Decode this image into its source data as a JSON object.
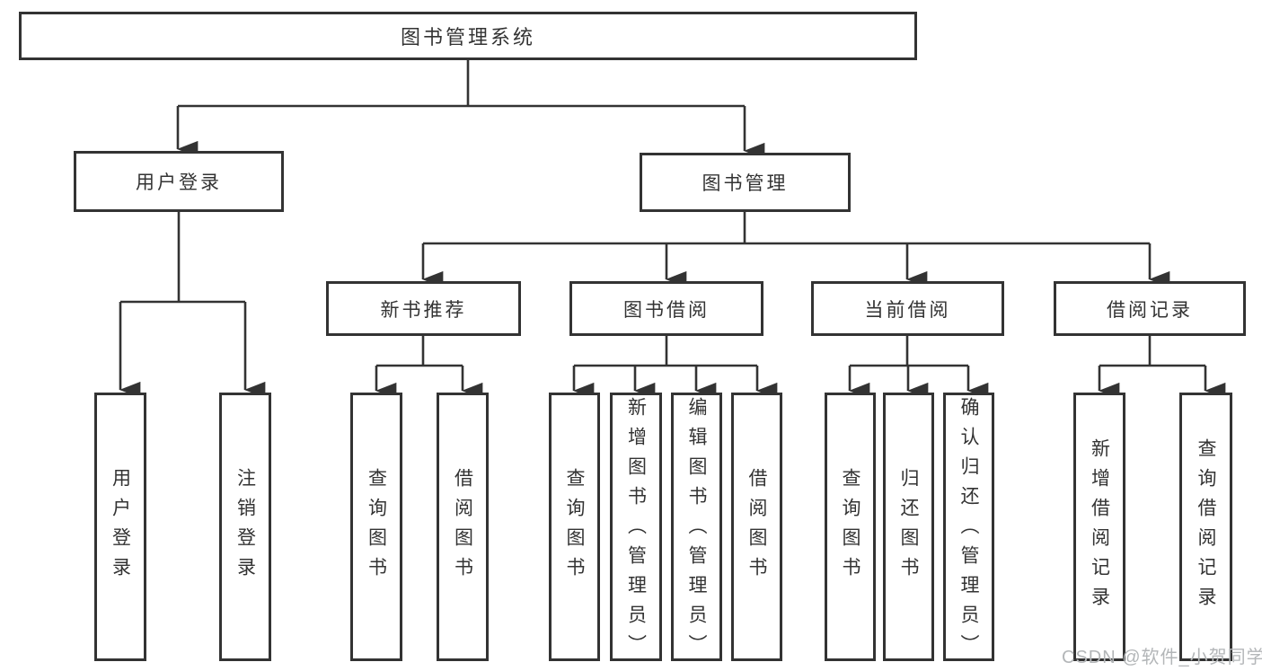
{
  "diagram": {
    "root": "图书管理系统",
    "level1": {
      "user_login": "用户登录",
      "book_mgmt": "图书管理"
    },
    "level2": {
      "new_recommend": "新书推荐",
      "book_borrow": "图书借阅",
      "current_borrow": "当前借阅",
      "borrow_records": "借阅记录"
    },
    "leaves": {
      "ul_login": "用户登录",
      "ul_logout": "注销登录",
      "nr_query": "查询图书",
      "nr_borrow": "借阅图书",
      "bb_query": "查询图书",
      "bb_add": "新增图书（管理员）",
      "bb_edit": "编辑图书（管理员）",
      "bb_borrow": "借阅图书",
      "cb_query": "查询图书",
      "cb_return": "归还图书",
      "cb_confirm": "确认归还（管理员）",
      "br_add": "新增借阅记录",
      "br_query": "查询借阅记录"
    }
  },
  "watermark": "CSDN @软件_小贺同学",
  "colors": {
    "line": "#333333",
    "box_border": "#333333",
    "box_bg": "#ffffff",
    "text": "#333333",
    "watermark": "#b3b6b8",
    "background": "#ffffff"
  }
}
